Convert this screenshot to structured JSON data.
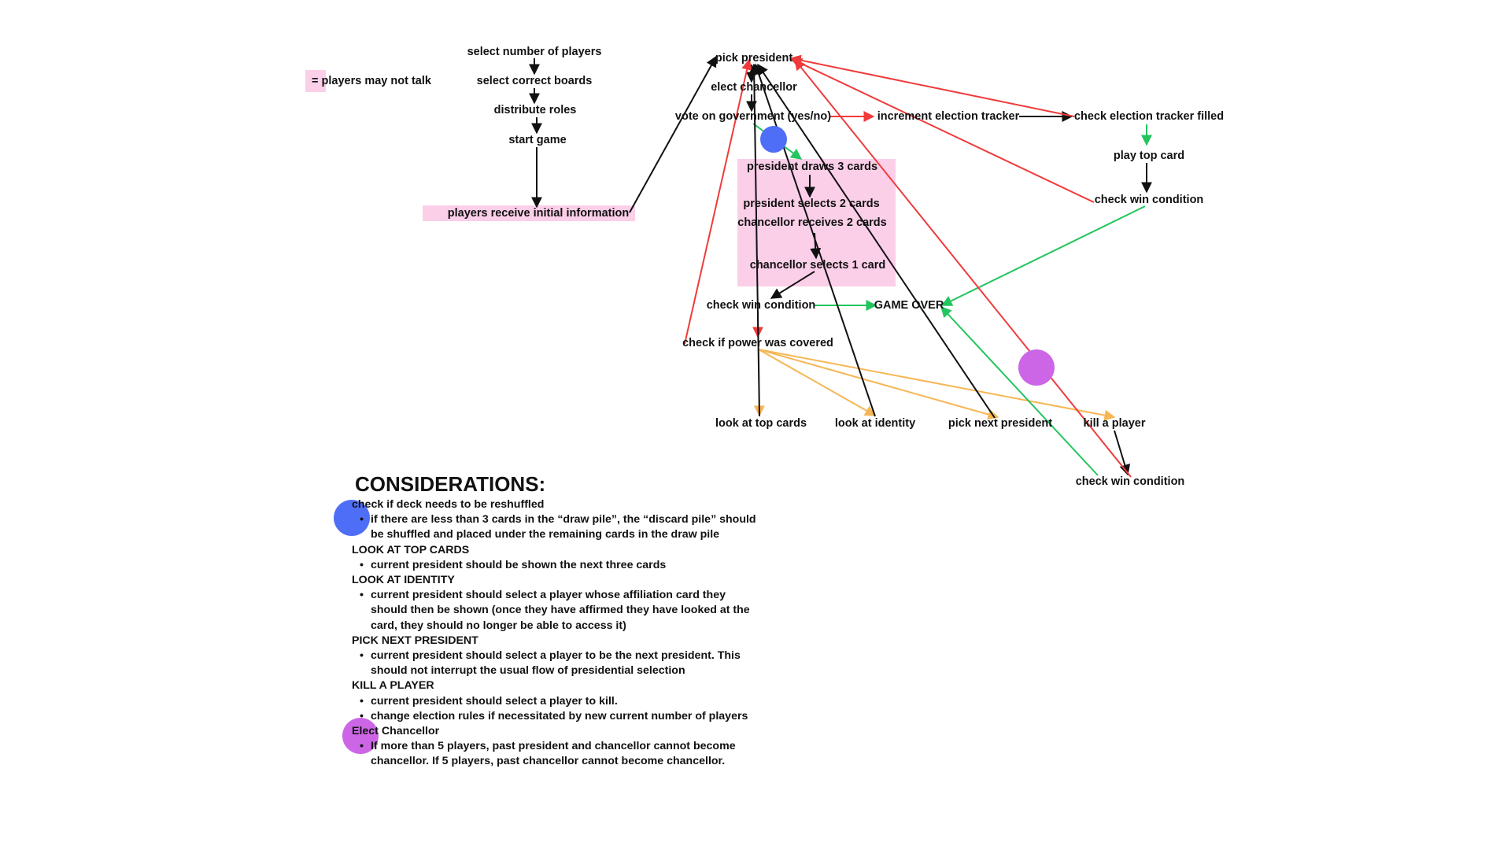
{
  "colors": {
    "black": "#111111",
    "red": "#ef3b3b",
    "green": "#22c55e",
    "orange": "#f6b655",
    "highlight": "#fbcfe8",
    "blue_dot": "#4f6ef7",
    "purple_dot": "#cc66e6"
  },
  "legend": {
    "text": "= players may not talk"
  },
  "nodes": {
    "select_players": "select number of players",
    "select_boards": "select correct boards",
    "distribute_roles": "distribute roles",
    "start_game": "start game",
    "initial_info": "players receive initial information",
    "pick_president": "pick president",
    "elect_chancellor": "elect chancellor",
    "vote": "vote on government (yes/no)",
    "increment_tracker": "increment election tracker",
    "check_tracker": "check election tracker filled",
    "play_top_card": "play top card",
    "check_win_tracker": "check win condition",
    "president_draws": "president draws 3 cards",
    "president_selects": "president selects 2 cards",
    "chancellor_receives": "chancellor receives 2 cards",
    "chancellor_selects": "chancellor selects 1 card",
    "check_win_policy": "check win condition",
    "game_over": "GAME OVER",
    "check_power": "check if power was covered",
    "look_top_cards": "look at top cards",
    "look_identity": "look at identity",
    "pick_next_president": "pick next president",
    "kill_player": "kill a player",
    "check_win_kill": "check win condition"
  },
  "considerations": {
    "title": "CONSIDERATIONS:",
    "sections": [
      {
        "heading": "check if deck needs to be reshuffled",
        "bullets": [
          "if there are less than 3 cards in the “draw pile”, the “discard pile” should be shuffled and placed under the remaining cards in the draw pile"
        ]
      },
      {
        "heading": "LOOK AT TOP CARDS",
        "bullets": [
          "current president should be shown the next three cards"
        ]
      },
      {
        "heading": "LOOK AT IDENTITY",
        "bullets": [
          "current president should select a player whose affiliation card they should then be shown (once they have affirmed they have looked at the card, they should no longer be able to access it)"
        ]
      },
      {
        "heading": "PICK NEXT PRESIDENT",
        "bullets": [
          "current president should select a player to be the next president. This should not interrupt the usual flow of presidential selection"
        ]
      },
      {
        "heading": "KILL A PLAYER",
        "bullets": [
          "current president should select a player to kill.",
          "change election rules if necessitated by new current number of players"
        ]
      },
      {
        "heading": "Elect Chancellor",
        "bullets": [
          "If more than 5 players, past president and chancellor cannot become chancellor. If 5 players, past chancellor cannot become chancellor."
        ]
      }
    ]
  }
}
